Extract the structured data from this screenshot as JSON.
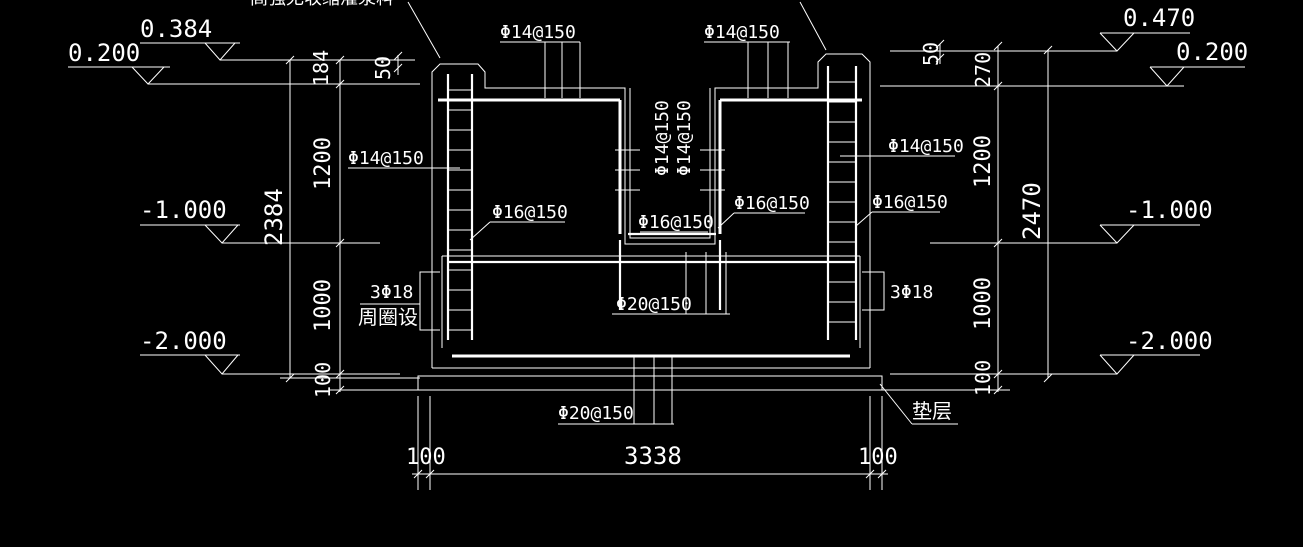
{
  "diagram": {
    "elevations": {
      "left_top": "0.384",
      "left_ground": "0.200",
      "left_mid": "-1.000",
      "left_low": "-2.000",
      "right_top": "0.470",
      "right_ground": "0.200",
      "right_mid": "-1.000",
      "right_low": "-2.000"
    },
    "dimensions": {
      "left_184": "184",
      "left_50": "50",
      "left_1200": "1200",
      "left_1000": "1000",
      "left_100": "100",
      "left_total": "2384",
      "right_270": "270",
      "right_50": "50",
      "right_1200": "1200",
      "right_1000": "1000",
      "right_100": "100",
      "right_total": "2470",
      "bottom_left_100": "100",
      "bottom_width": "3338",
      "bottom_right_100": "100"
    },
    "rebar_labels": {
      "top_left": "Φ14@150",
      "top_right": "Φ14@150",
      "left_wall_outer": "Φ14@150",
      "left_wall_inner": "Φ16@150",
      "right_wall_outer": "Φ14@150",
      "right_wall_inner": "Φ16@150",
      "center_vertical_1": "Φ14@150",
      "center_vertical_2": "Φ14@150",
      "center_bottom_left": "Φ16@150",
      "center_bottom_right": "Φ16@150",
      "center_slab": "Φ20@150",
      "base_slab": "Φ20@150",
      "left_ring": "3Φ18",
      "left_ring_note": "周圈设",
      "right_ring": "3Φ18",
      "cushion": "垫层",
      "top_cut_label": "高强无收缩灌浆料"
    }
  }
}
